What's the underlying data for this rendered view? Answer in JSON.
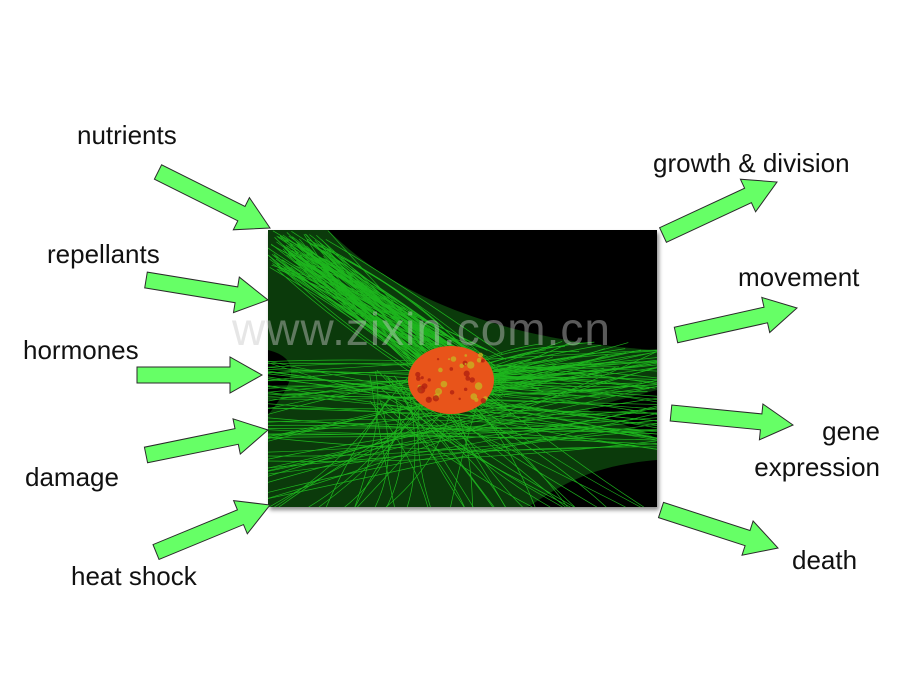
{
  "inputs": [
    "nutrients",
    "repellants",
    "hormones",
    "damage",
    "heat shock"
  ],
  "outputs": [
    "growth & division",
    "movement",
    "gene",
    "expression",
    "death"
  ],
  "watermark": "www.zixin.com.cn",
  "colors": {
    "arrow_fill": "#66ff66",
    "arrow_stroke": "#2a2a2a",
    "filament": "#22cc22",
    "nucleus": "#e8541a",
    "background": "#000000"
  },
  "image": {
    "subject": "cell-microscopy"
  }
}
